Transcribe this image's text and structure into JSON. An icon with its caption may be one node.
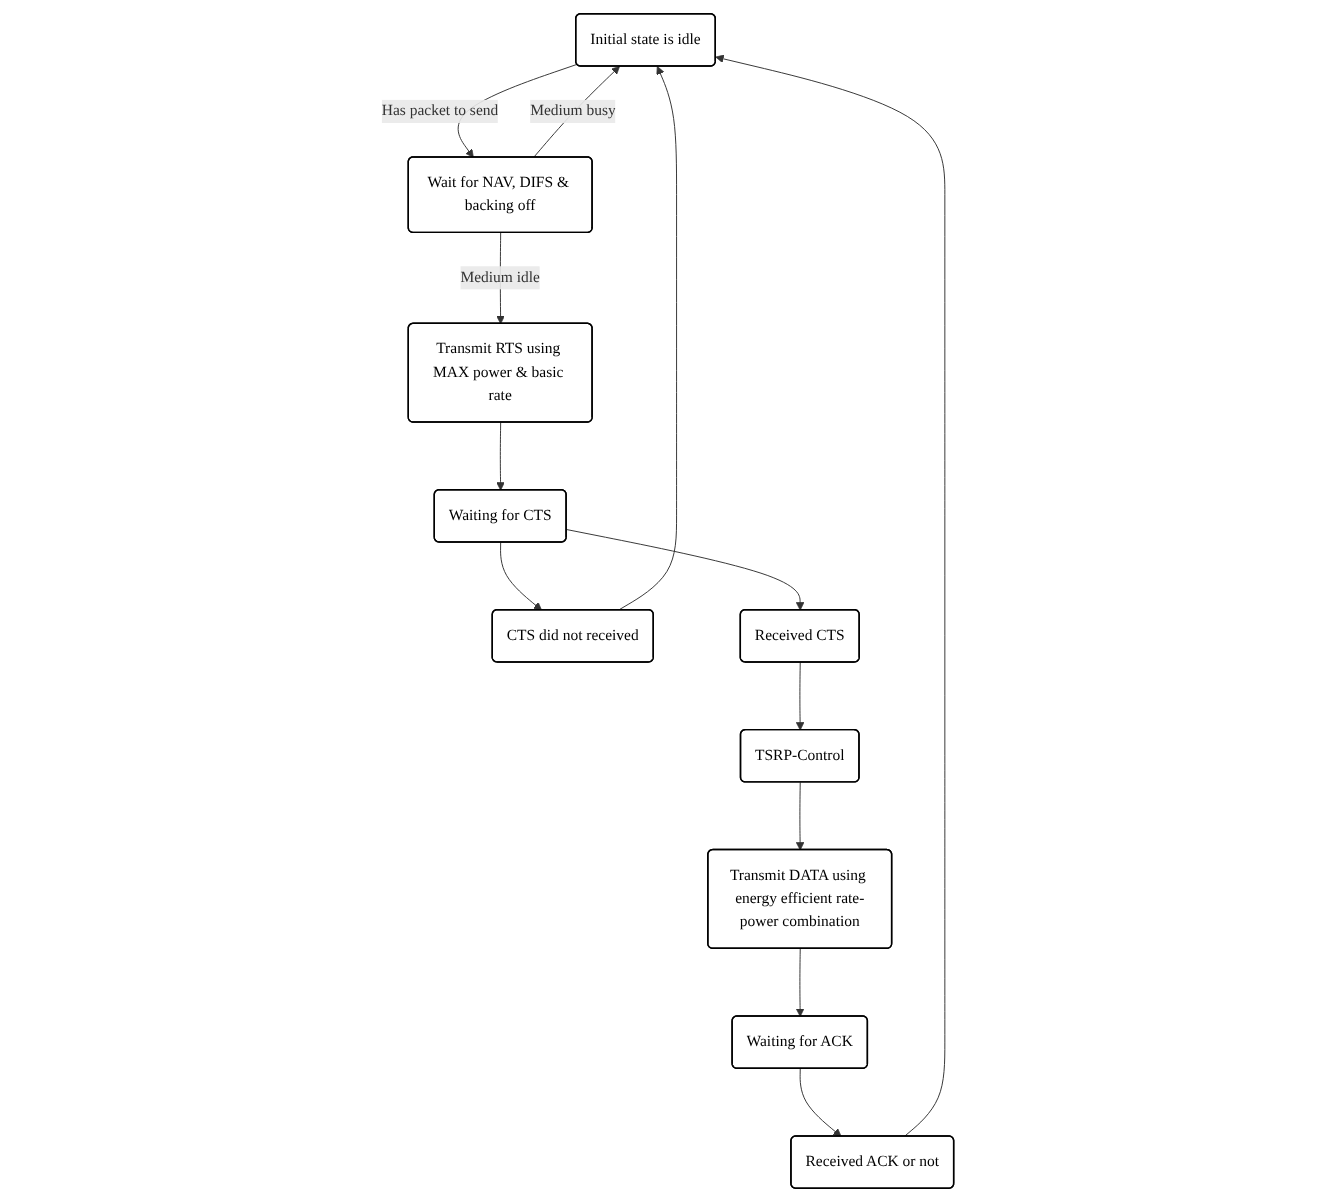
{
  "diagram": {
    "nodes": [
      {
        "text": [
          "Initial state is idle"
        ]
      },
      {
        "text": [
          "Wait for NAV, DIFS & backing off"
        ]
      },
      {
        "text": [
          "Transmit RTS using MAX power & basic rate"
        ]
      },
      {
        "text": [
          "Received ACK or not"
        ]
      },
      {
        "text": [
          "CTS did not received"
        ]
      },
      {
        "text": [
          "Waiting for CTS"
        ]
      },
      {
        "text": [
          "Transmit DATA using energy efficient rate-power combination"
        ]
      },
      {
        "text": [
          "Received CTS"
        ]
      },
      {
        "text": [
          "Waiting for ACK"
        ]
      },
      {
        "text": [
          "TSRP-Control"
        ]
      }
    ],
    "edges": [
      {
        "from": 0,
        "to": 1,
        "arrow": "to",
        "label": "Has packet to send"
      },
      {
        "from": 1,
        "to": 2,
        "arrow": "to",
        "label": "Medium idle"
      },
      {
        "from": 1,
        "to": 0,
        "arrow": "to",
        "label": "Medium busy"
      },
      {
        "from": 2,
        "to": 5,
        "arrow": "to"
      },
      {
        "from": 5,
        "to": 4,
        "arrow": "to"
      },
      {
        "from": 4,
        "to": 0,
        "arrow": "to"
      },
      {
        "from": 5,
        "to": 7,
        "arrow": "to"
      },
      {
        "from": 7,
        "to": 9,
        "arrow": "to"
      },
      {
        "from": 9,
        "to": 6,
        "arrow": "to"
      },
      {
        "from": 6,
        "to": 8,
        "arrow": "to"
      },
      {
        "from": 8,
        "to": 3,
        "arrow": "to"
      },
      {
        "from": 3,
        "to": 0,
        "arrow": "to"
      }
    ]
  }
}
